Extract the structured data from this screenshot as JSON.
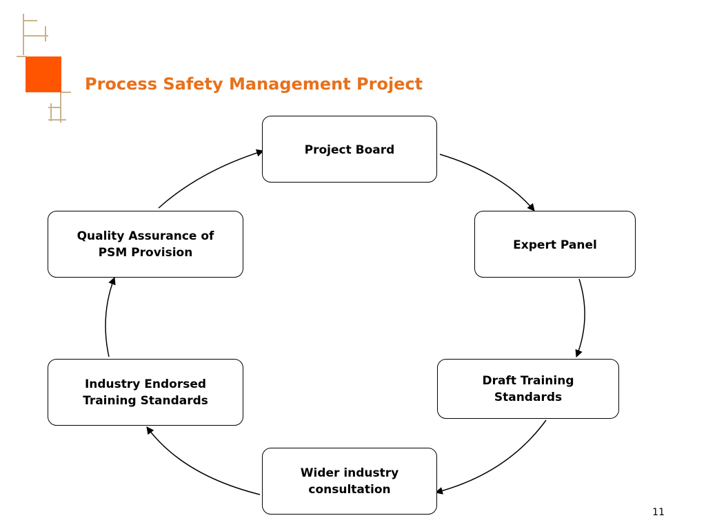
{
  "slide": {
    "title": "Process Safety Management Project",
    "page_number": "11"
  },
  "colors": {
    "accent": "#FF5500",
    "title": "#E8701A",
    "logo_lines": "#C8B28A"
  },
  "cycle": {
    "nodes": [
      {
        "id": "board",
        "label": "Project Board"
      },
      {
        "id": "expert",
        "label": "Expert Panel"
      },
      {
        "id": "draft",
        "label": "Draft Training\nStandards"
      },
      {
        "id": "wider",
        "label": "Wider industry\nconsultation"
      },
      {
        "id": "endorsed",
        "label": "Industry Endorsed\nTraining Standards"
      },
      {
        "id": "qa",
        "label": "Quality Assurance of\nPSM Provision"
      }
    ],
    "edges": [
      {
        "from": "board",
        "to": "expert"
      },
      {
        "from": "expert",
        "to": "draft"
      },
      {
        "from": "draft",
        "to": "wider"
      },
      {
        "from": "wider",
        "to": "endorsed"
      },
      {
        "from": "endorsed",
        "to": "qa"
      },
      {
        "from": "qa",
        "to": "board"
      }
    ]
  }
}
